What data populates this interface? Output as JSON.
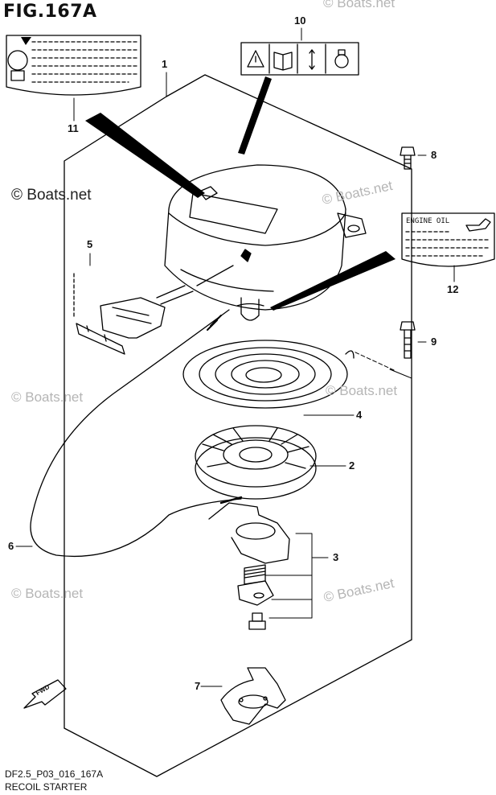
{
  "figure": {
    "title": "FIG.167A",
    "code": "DF2.5_P03_016_167A",
    "caption": "RECOIL STARTER"
  },
  "watermark": {
    "text": "© Boats.net"
  },
  "callouts": [
    "1",
    "2",
    "3",
    "4",
    "5",
    "6",
    "7",
    "8",
    "9",
    "10",
    "11",
    "12"
  ],
  "labels": {
    "engine_oil": "ENGINE OIL",
    "fwd": "FWD"
  },
  "colors": {
    "line": "#000000",
    "background": "#ffffff",
    "watermark": "#b5b5b5"
  }
}
